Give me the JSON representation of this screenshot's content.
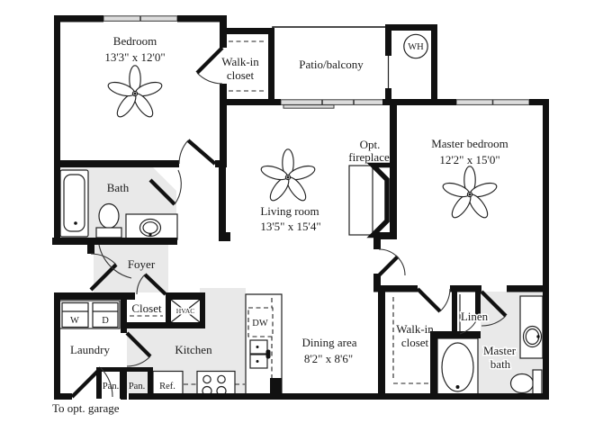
{
  "plan": {
    "rooms": {
      "bedroom": {
        "name": "Bedroom",
        "dims": "13'3\" x 12'0\""
      },
      "walk_in_closet_top": {
        "line1": "Walk-in",
        "line2": "closet"
      },
      "patio": {
        "name": "Patio/balcony"
      },
      "water_heater": {
        "label": "WH"
      },
      "master_bedroom": {
        "name": "Master bedroom",
        "dims": "12'2\" x 15'0\""
      },
      "living_room": {
        "name": "Living room",
        "dims": "13'5\" x 15'4\""
      },
      "fireplace": {
        "line1": "Opt.",
        "line2": "fireplace"
      },
      "bath": {
        "name": "Bath"
      },
      "foyer": {
        "name": "Foyer"
      },
      "closet": {
        "name": "Closet"
      },
      "hvac": {
        "label": "HVAC"
      },
      "laundry": {
        "name": "Laundry",
        "washer": "W",
        "dryer": "D"
      },
      "kitchen": {
        "name": "Kitchen",
        "dishwasher": "DW",
        "pantry1": "Pan.",
        "pantry2": "Pan.",
        "refrigerator": "Ref."
      },
      "dining": {
        "name": "Dining area",
        "dims": "8'2\" x 8'6\""
      },
      "walk_in_closet_master": {
        "line1": "Walk-in",
        "line2": "closet"
      },
      "linen": {
        "name": "Linen"
      },
      "master_bath": {
        "line1": "Master",
        "line2": "bath"
      }
    },
    "notes": {
      "garage": "To opt. garage"
    }
  }
}
